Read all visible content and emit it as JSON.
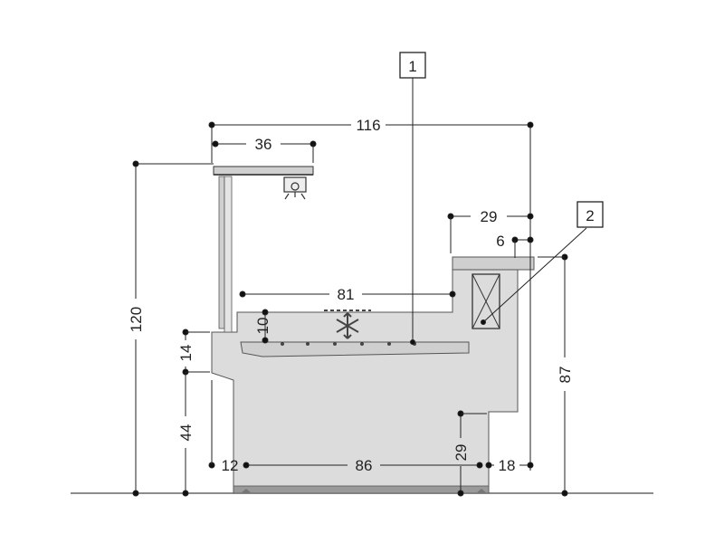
{
  "colors": {
    "body_fill": "#dcdcdc",
    "line": "#222222",
    "floor": "#666666",
    "canopy": "#d0d0d0",
    "base_plate": "#9a9a9a"
  },
  "dimensions": {
    "overall_width": "116",
    "canopy_width": "36",
    "rear_cabinet_width": "29",
    "rear_offset": "6",
    "display_width": "81",
    "well_depth": "10",
    "counter_height": "14",
    "base_height": "44",
    "total_height": "120",
    "cabinet_height": "87",
    "toe_left": "12",
    "base_width": "86",
    "step_height": "29",
    "toe_right": "18"
  },
  "callouts": [
    {
      "label": "1"
    },
    {
      "label": "2"
    }
  ],
  "icons": {
    "light": "lamp-icon",
    "cooling": "snowflake-icon"
  }
}
